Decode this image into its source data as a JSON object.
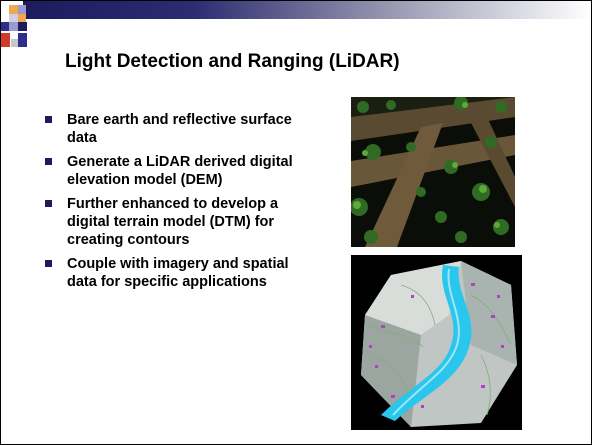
{
  "slide": {
    "title": "Light Detection and Ranging (LiDAR)",
    "bullets": [
      "Bare earth and reflective surface data",
      "Generate a LiDAR derived digital elevation model (DEM)",
      "Further enhanced to develop a digital terrain model (DTM) for creating contours",
      "Couple with imagery and spatial data for specific applications"
    ]
  },
  "colors": {
    "accent": "#1b1b5e",
    "decoration_red": "#d23a2a",
    "decoration_blue": "#2f2f8a"
  },
  "images": {
    "top": "lidar-point-cloud-image",
    "bottom": "dtm-terrain-model-image"
  }
}
